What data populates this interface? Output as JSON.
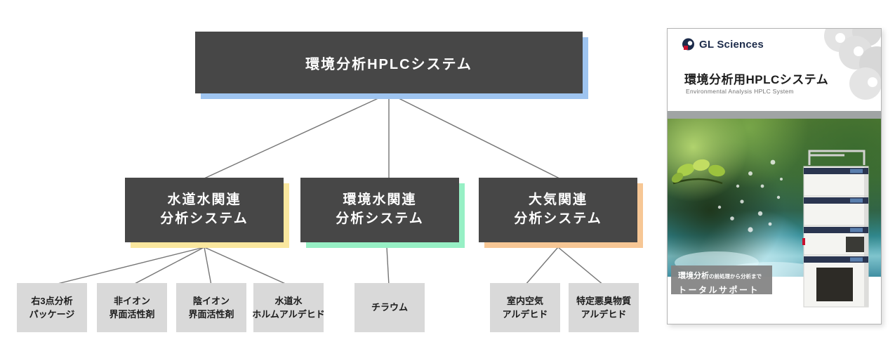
{
  "diagram": {
    "root": {
      "label": "環境分析HPLCシステム"
    },
    "branches": [
      {
        "line1": "水道水関連",
        "line2": "分析システム"
      },
      {
        "line1": "環境水関連",
        "line2": "分析システム"
      },
      {
        "line1": "大気関連",
        "line2": "分析システム"
      }
    ],
    "leaves": [
      {
        "line1": "右3点分析",
        "line2": "パッケージ"
      },
      {
        "line1": "非イオン",
        "line2": "界面活性剤"
      },
      {
        "line1": "陰イオン",
        "line2": "界面活性剤"
      },
      {
        "line1": "水道水",
        "line2": "ホルムアルデヒド"
      },
      {
        "line1": "チラウム",
        "line2": ""
      },
      {
        "line1": "室内空気",
        "line2": "アルデヒド"
      },
      {
        "line1": "特定悪臭物質",
        "line2": "アルデヒド"
      }
    ]
  },
  "colors": {
    "node_bg": "#474747",
    "node_text": "#ffffff",
    "root_shadow": "#9ec4f0",
    "branch_shadows": [
      "#fae79e",
      "#97f0c5",
      "#f7c795"
    ],
    "leaf_bg": "#d9d9d9",
    "connector": "#757575"
  },
  "brochure": {
    "brand": "GL Sciences",
    "title": "環境分析用HPLCシステム",
    "subtitle": "Environmental Analysis HPLC System",
    "tagline_highlight": "環境分析",
    "tagline_rest": "の前処理から分析まで",
    "tagline_line2": "トータルサポート"
  }
}
